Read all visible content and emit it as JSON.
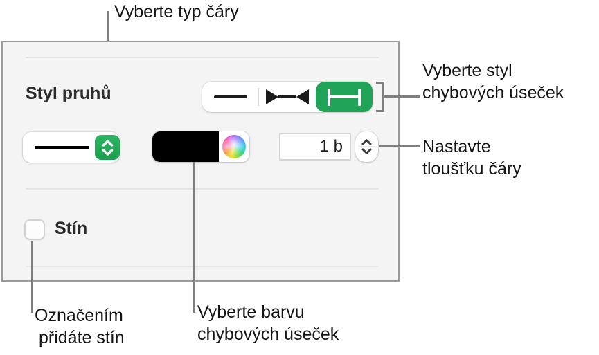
{
  "panel": {
    "bars_style_label": "Styl pruhů",
    "shadow_label": "Stín",
    "line_width": {
      "value": "1 b"
    },
    "error_bar_segments": [
      {
        "icon": "plain-line-icon",
        "selected": false
      },
      {
        "icon": "arrowhead-caps-icon",
        "selected": false
      },
      {
        "icon": "capped-line-icon",
        "selected": true
      }
    ],
    "shadow_checkbox_checked": false,
    "colors": {
      "accent_green": "#1fa357",
      "stroke_swatch": "#000000",
      "panel_background": "#f4f4f5",
      "connector_gray": "#7f7f7f"
    }
  },
  "callouts": {
    "line_type": {
      "text": "Vyberte typ čáry"
    },
    "error_bar_style": {
      "lines": [
        "Vyberte styl",
        "chybových úseček"
      ]
    },
    "line_thickness": {
      "lines": [
        "Nastavte",
        "tloušťku čáry"
      ]
    },
    "shadow_hint": {
      "lines": [
        "Označením",
        "přidáte stín"
      ]
    },
    "error_bar_color": {
      "lines": [
        "Vyberte barvu",
        "chybových úseček"
      ]
    }
  }
}
